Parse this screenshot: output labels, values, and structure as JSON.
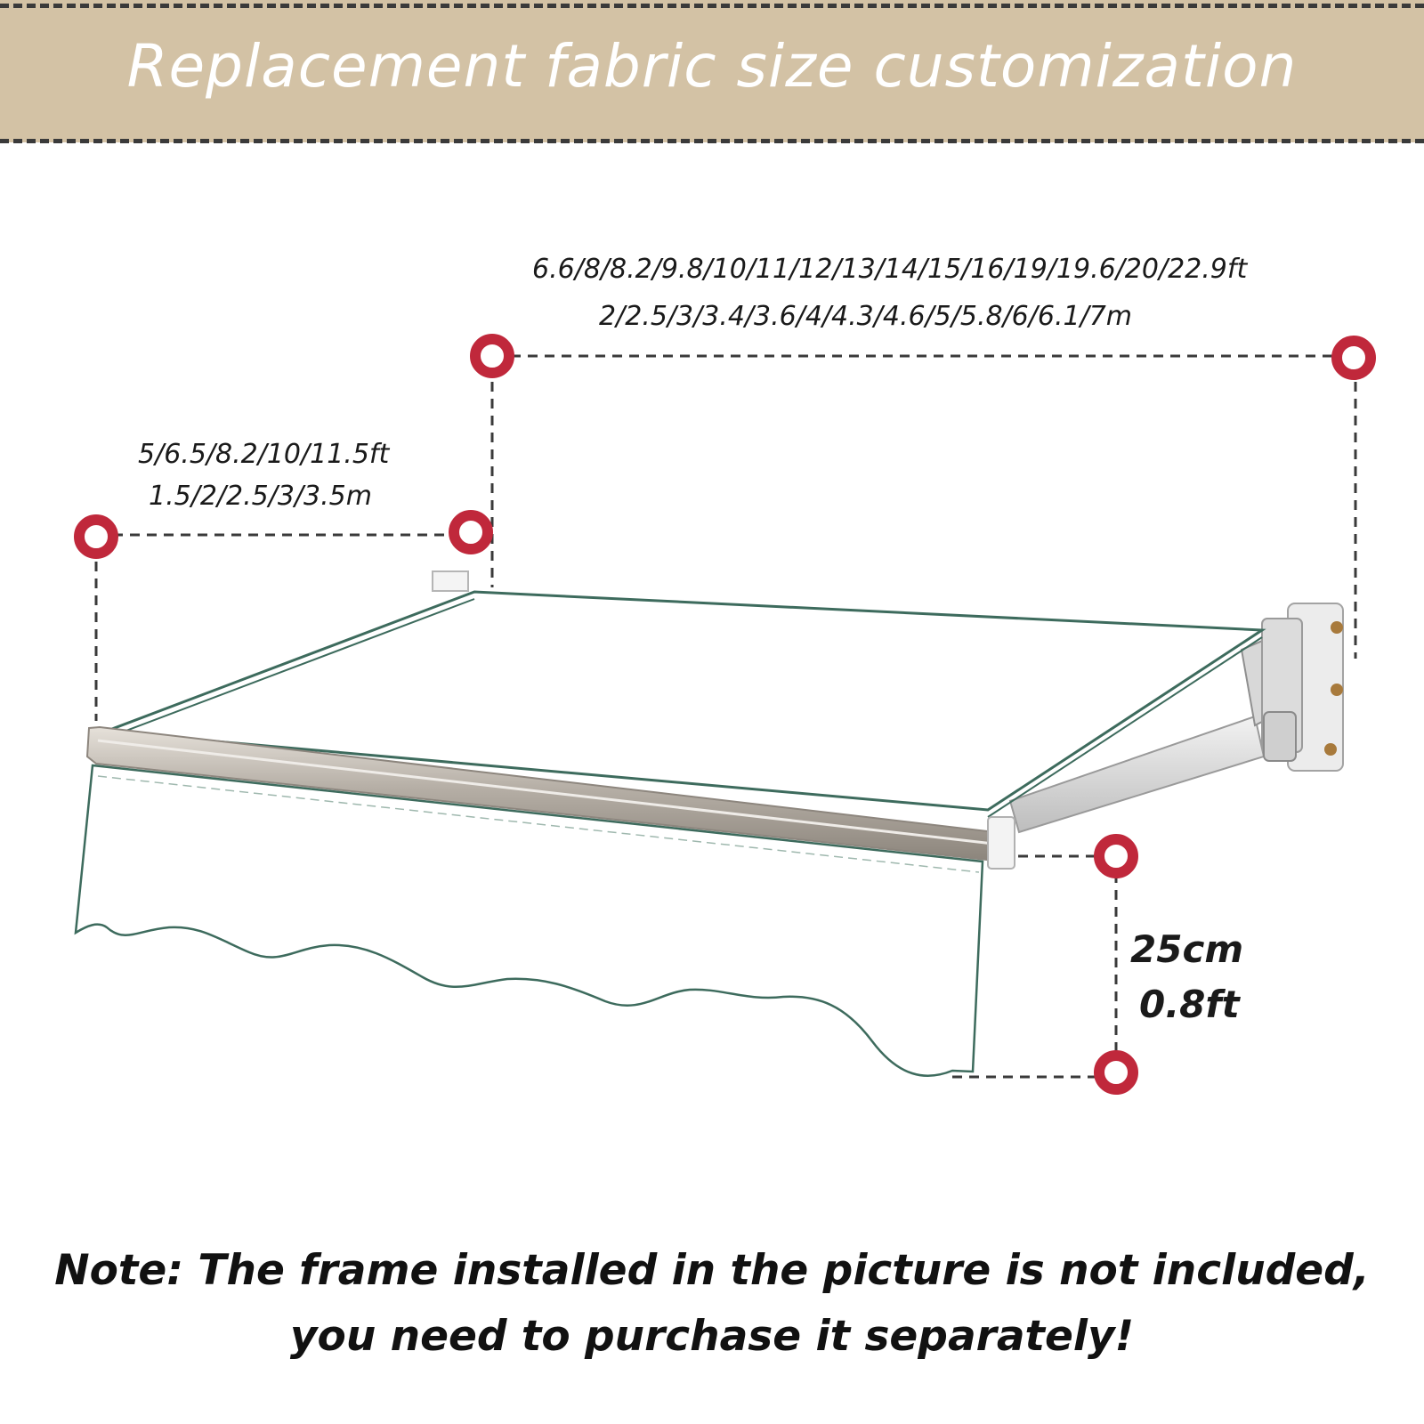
{
  "header": {
    "title": "Replacement fabric size customization",
    "background_color": "#d3c2a5"
  },
  "dimensions": {
    "length_ft": "6.6/8/8.2/9.8/10/11/12/13/14/15/16/19/19.6/20/22.9ft",
    "length_m": "2/2.5/3/3.4/3.6/4/4.3/4.6/5/5.8/6/6.1/7m",
    "projection_ft": "5/6.5/8.2/10/11.5ft",
    "projection_m": "1.5/2/2.5/3/3.5m",
    "valance_cm": "25cm",
    "valance_ft": "0.8ft"
  },
  "note": {
    "line1": "Note: The frame installed in the picture is not included,",
    "line2": "you need to purchase it separately!"
  },
  "colors": {
    "marker": "#c0283b",
    "fabric_edge": "#3d6b5d",
    "dash": "#3a3a3a"
  }
}
